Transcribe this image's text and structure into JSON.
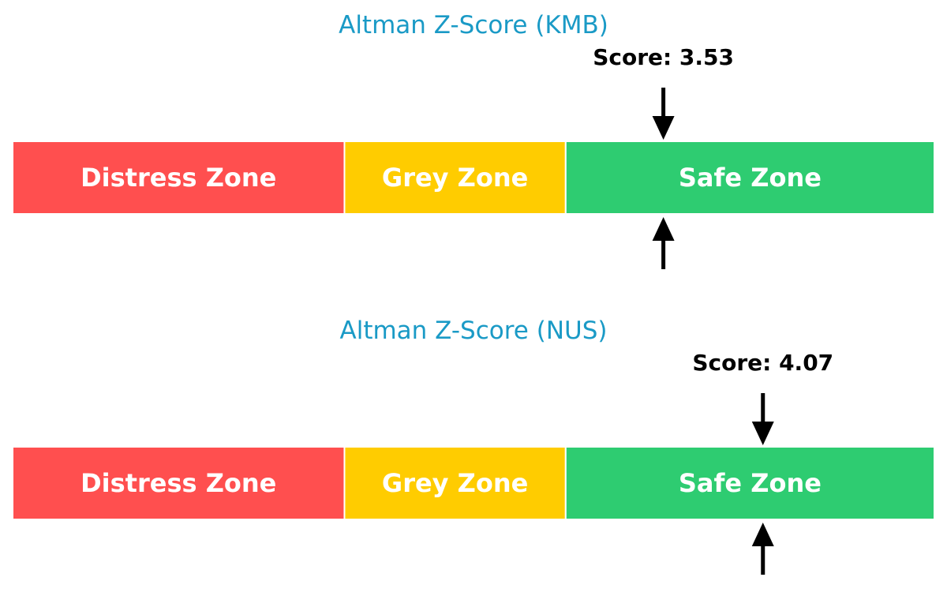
{
  "chart_data": [
    {
      "type": "bar",
      "title": "Altman Z-Score (KMB)",
      "xlim": [
        0,
        5
      ],
      "zones": [
        {
          "label": "Distress Zone",
          "from": 0,
          "to": 1.8,
          "color": "#ff4f4f"
        },
        {
          "label": "Grey Zone",
          "from": 1.8,
          "to": 3.0,
          "color": "#ffcc00"
        },
        {
          "label": "Safe Zone",
          "from": 3.0,
          "to": 5.0,
          "color": "#2ecc71"
        }
      ],
      "score": 3.53,
      "score_label": "Score: 3.53"
    },
    {
      "type": "bar",
      "title": "Altman Z-Score (NUS)",
      "xlim": [
        0,
        5
      ],
      "zones": [
        {
          "label": "Distress Zone",
          "from": 0,
          "to": 1.8,
          "color": "#ff4f4f"
        },
        {
          "label": "Grey Zone",
          "from": 1.8,
          "to": 3.0,
          "color": "#ffcc00"
        },
        {
          "label": "Safe Zone",
          "from": 3.0,
          "to": 5.0,
          "color": "#2ecc71"
        }
      ],
      "score": 4.07,
      "score_label": "Score: 4.07"
    }
  ],
  "colors": {
    "title": "#1a9ac6",
    "arrow": "#000000"
  }
}
